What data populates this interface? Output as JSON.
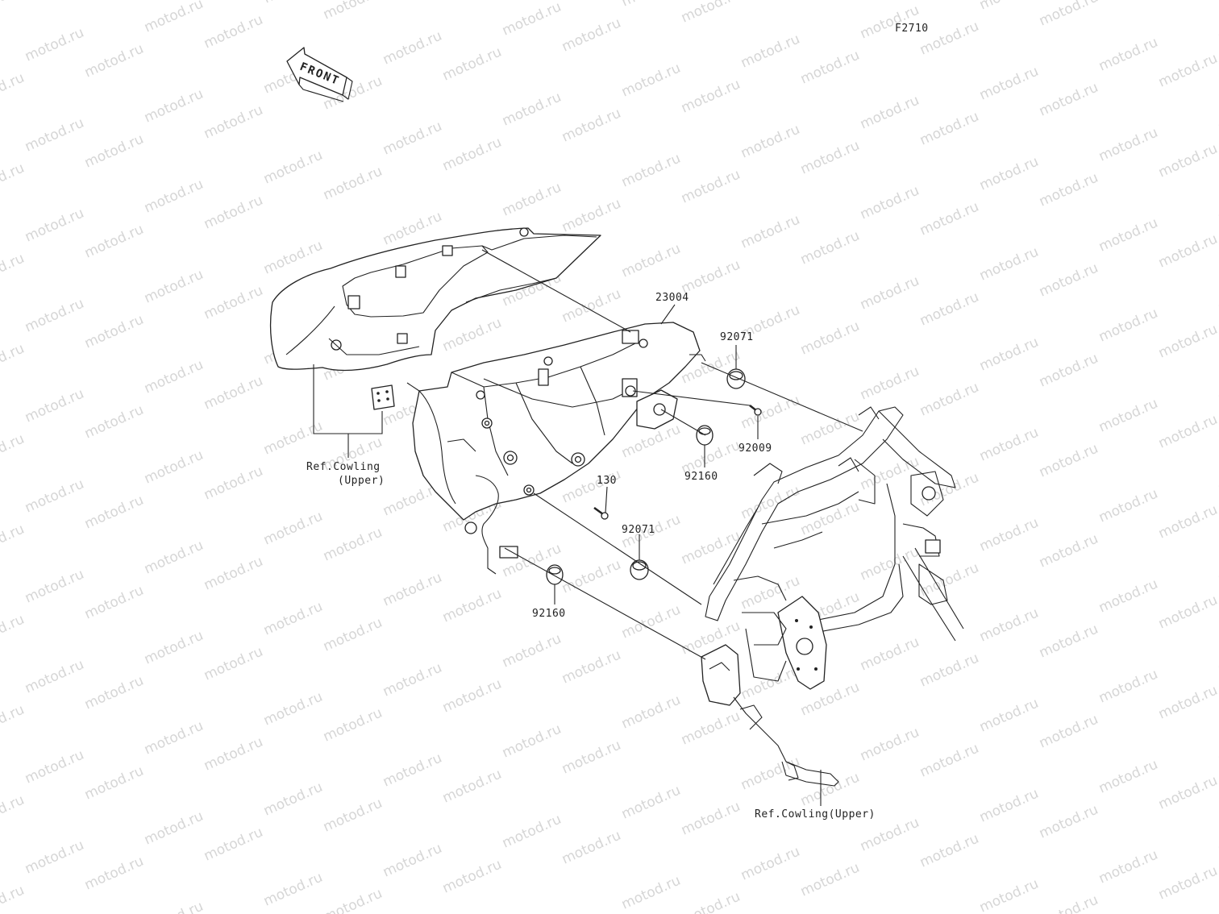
{
  "figure_code": "F2710",
  "front_badge": "FRONT",
  "watermark": "motod.ru",
  "colors": {
    "line": "#222222",
    "watermark": "#d6d6d6",
    "background": "#ffffff"
  },
  "callouts": [
    {
      "id": "23004",
      "label": "23004"
    },
    {
      "id": "92071a",
      "label": "92071"
    },
    {
      "id": "92009",
      "label": "92009"
    },
    {
      "id": "92160a",
      "label": "92160"
    },
    {
      "id": "130",
      "label": "130"
    },
    {
      "id": "92071b",
      "label": "92071"
    },
    {
      "id": "92160b",
      "label": "92160"
    }
  ],
  "references": {
    "left_line1": "Ref.Cowling",
    "left_line2": "(Upper)",
    "bottom": "Ref.Cowling(Upper)"
  }
}
